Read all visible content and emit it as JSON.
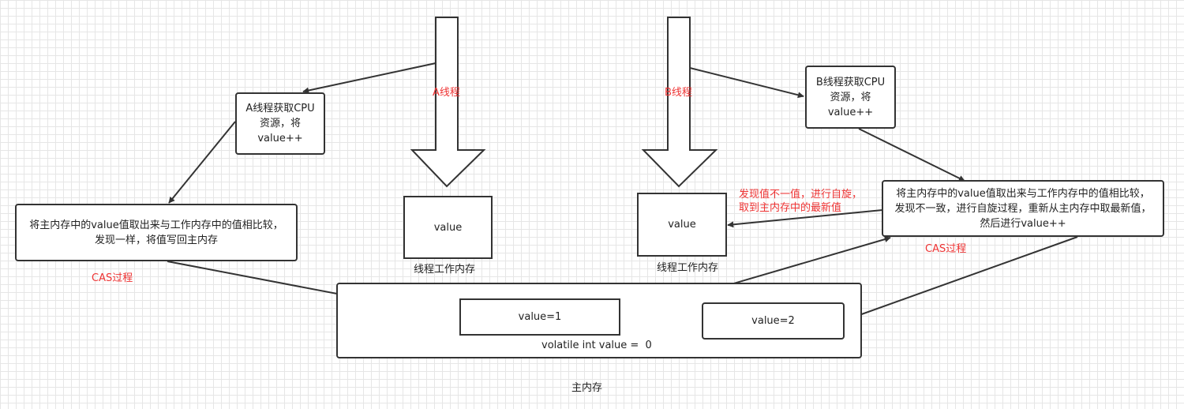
{
  "threads": {
    "a": {
      "label": "A线程",
      "acquire": "A线程获取CPU资源，将value++",
      "compare": "将主内存中的value值取出来与工作内存中的值相比较，发现一样，将值写回主内存",
      "cas": "CAS过程"
    },
    "b": {
      "label": "B线程",
      "acquire": "B线程获取CPU资源，将value++",
      "compare": "将主内存中的value值取出来与工作内存中的值相比较，发现不一致，进行自旋过程，重新从主内存中取最新值，然后进行value++",
      "cas": "CAS过程",
      "mismatch_note": "发现值不一值，进行自旋，取到主内存中的最新值"
    }
  },
  "working_memory": {
    "a": {
      "value": "value",
      "caption": "线程工作内存"
    },
    "b": {
      "value": "value",
      "caption": "线程工作内存"
    }
  },
  "main_memory": {
    "value1": "value=1",
    "value2": "value=2",
    "declaration": "volatile int value =  0",
    "caption": "主内存"
  },
  "colors": {
    "annotation": "#ee3333",
    "stroke": "#333333"
  }
}
